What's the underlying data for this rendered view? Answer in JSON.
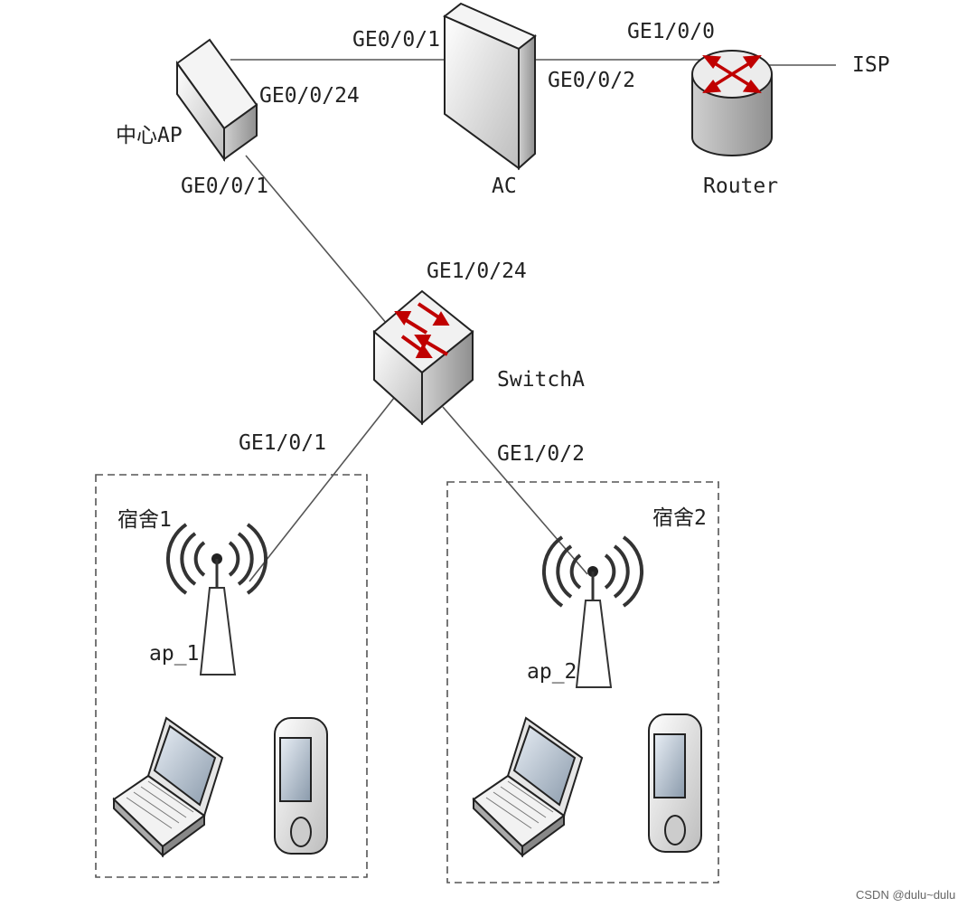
{
  "labels": {
    "center_ap": "中心AP",
    "center_ap_port_ac": "GE0/0/24",
    "center_ap_port_sw": "GE0/0/1",
    "ac": "AC",
    "ac_port_center": "GE0/0/1",
    "ac_port_router": "GE0/0/2",
    "router": "Router",
    "router_port": "GE1/0/0",
    "isp": "ISP",
    "switch": "SwitchA",
    "switch_port_uplink": "GE1/0/24",
    "switch_port_1": "GE1/0/1",
    "switch_port_2": "GE1/0/2",
    "dorm1": "宿舍1",
    "dorm2": "宿舍2",
    "ap1": "ap_1",
    "ap2": "ap_2"
  },
  "watermark": "CSDN @dulu~dulu"
}
